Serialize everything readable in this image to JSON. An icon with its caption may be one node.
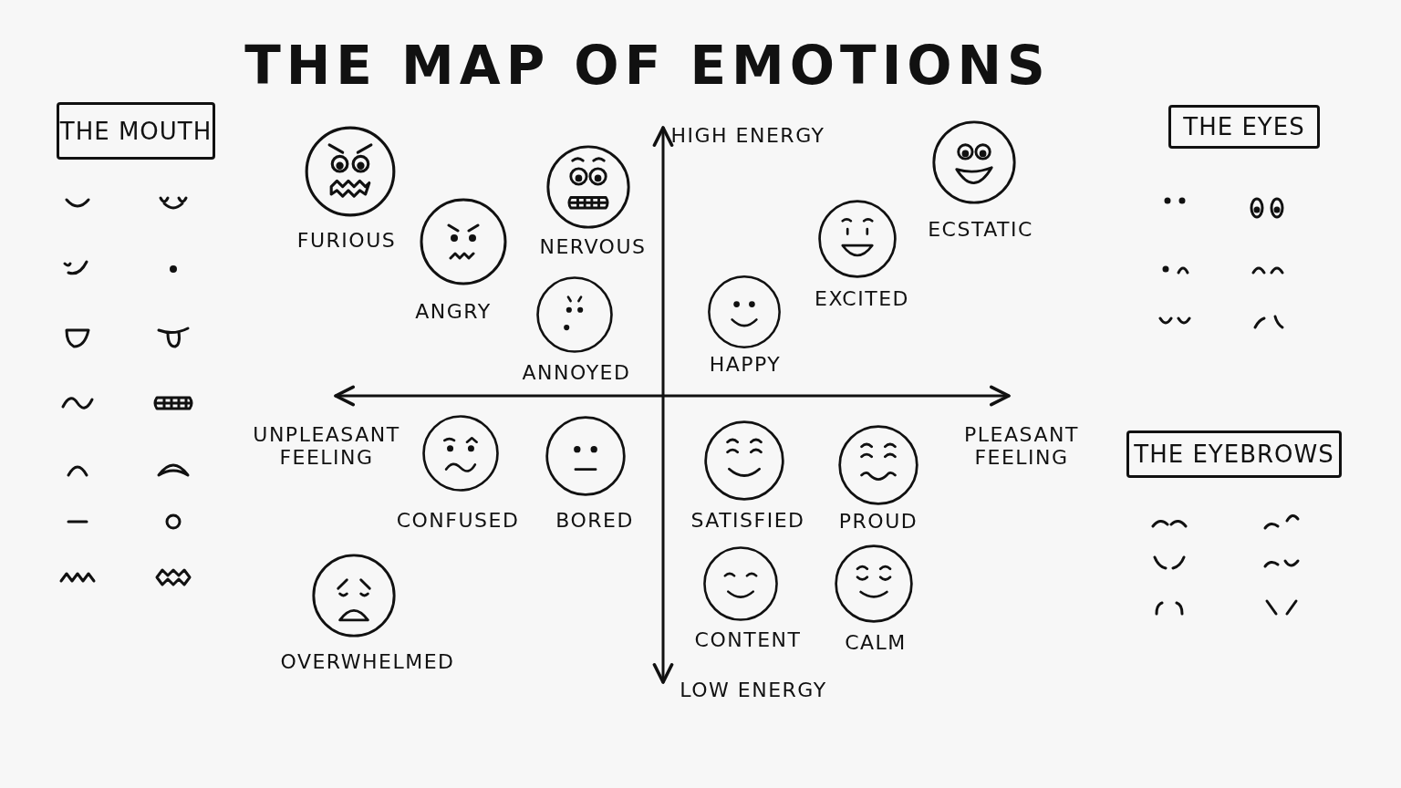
{
  "diagram": {
    "title": "THE MAP OF EMOTIONS",
    "nodes": [
      {
        "text": [
          "THE MOUTH"
        ]
      },
      {
        "text": [],
        "shape": "circle",
        "beside": [
          "FURIOUS"
        ]
      },
      {
        "text": [],
        "shape": "circle",
        "beside": [
          "NERVOUS"
        ]
      },
      {
        "text": [],
        "shape": "circle",
        "beside": [
          "ANGRY"
        ]
      },
      {
        "text": [],
        "shape": "circle",
        "beside": [
          "ECSTATIC"
        ]
      },
      {
        "text": [
          "THE EYES"
        ]
      },
      {
        "text": [],
        "shape": "circle",
        "beside": [
          "EXCITED"
        ]
      },
      {
        "text": [],
        "shape": "circle",
        "beside": [
          "ANNOYED"
        ]
      },
      {
        "text": [],
        "shape": "circle",
        "beside": [
          "HAPPY"
        ]
      },
      {
        "text": [],
        "shape": "circle",
        "beside": [
          "CONFUSED"
        ]
      },
      {
        "text": [],
        "shape": "circle",
        "beside": [
          "BORED"
        ]
      },
      {
        "text": [],
        "shape": "circle",
        "beside": [
          "SATISFIED"
        ]
      },
      {
        "text": [],
        "shape": "circle",
        "beside": [
          "PROUD"
        ]
      },
      {
        "text": [
          "THE EYEBROWS"
        ]
      },
      {
        "text": [],
        "shape": "circle",
        "beside": [
          "OVERWHELMED"
        ]
      },
      {
        "text": [],
        "shape": "circle",
        "beside": [
          "CONTENT"
        ]
      },
      {
        "text": [],
        "shape": "circle",
        "beside": [
          "CALM"
        ]
      }
    ],
    "edges": [],
    "labels": [
      "HIGH ENERGY",
      "UNPLEASANT FEELING",
      "PLEASANT FEELING",
      "LOW ENERGY"
    ]
  }
}
